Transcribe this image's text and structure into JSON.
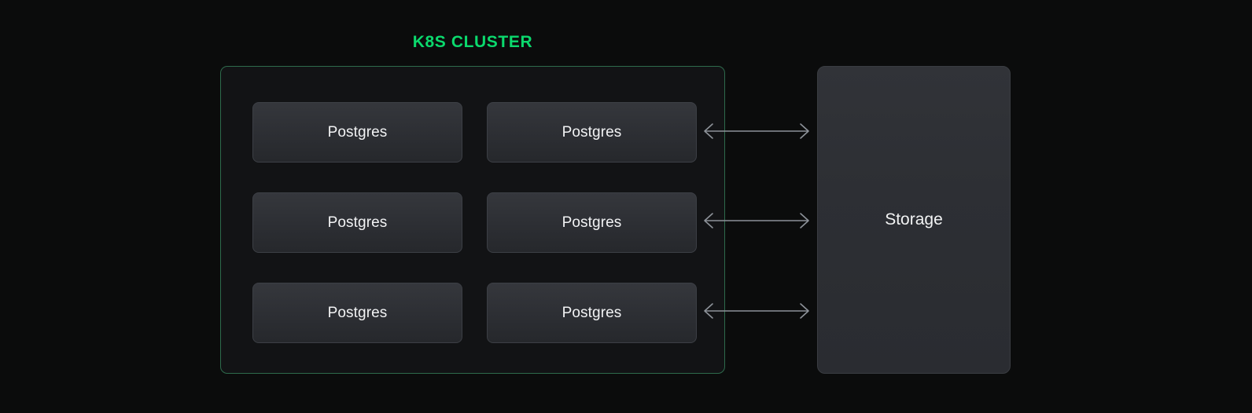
{
  "diagram": {
    "background_color": "#0b0c0c",
    "cluster": {
      "title": "K8S CLUSTER",
      "title_color": "#0bd96d",
      "border_color": "#2e6b4c",
      "rows": [
        {
          "left": {
            "label": "Postgres"
          },
          "right": {
            "label": "Postgres"
          }
        },
        {
          "left": {
            "label": "Postgres"
          },
          "right": {
            "label": "Postgres"
          }
        },
        {
          "left": {
            "label": "Postgres"
          },
          "right": {
            "label": "Postgres"
          }
        }
      ]
    },
    "storage": {
      "label": "Storage",
      "fill_color": "#2c2e33"
    },
    "connectors": {
      "count": 3,
      "style": "double-headed-arrow",
      "color": "#8d9299"
    }
  }
}
